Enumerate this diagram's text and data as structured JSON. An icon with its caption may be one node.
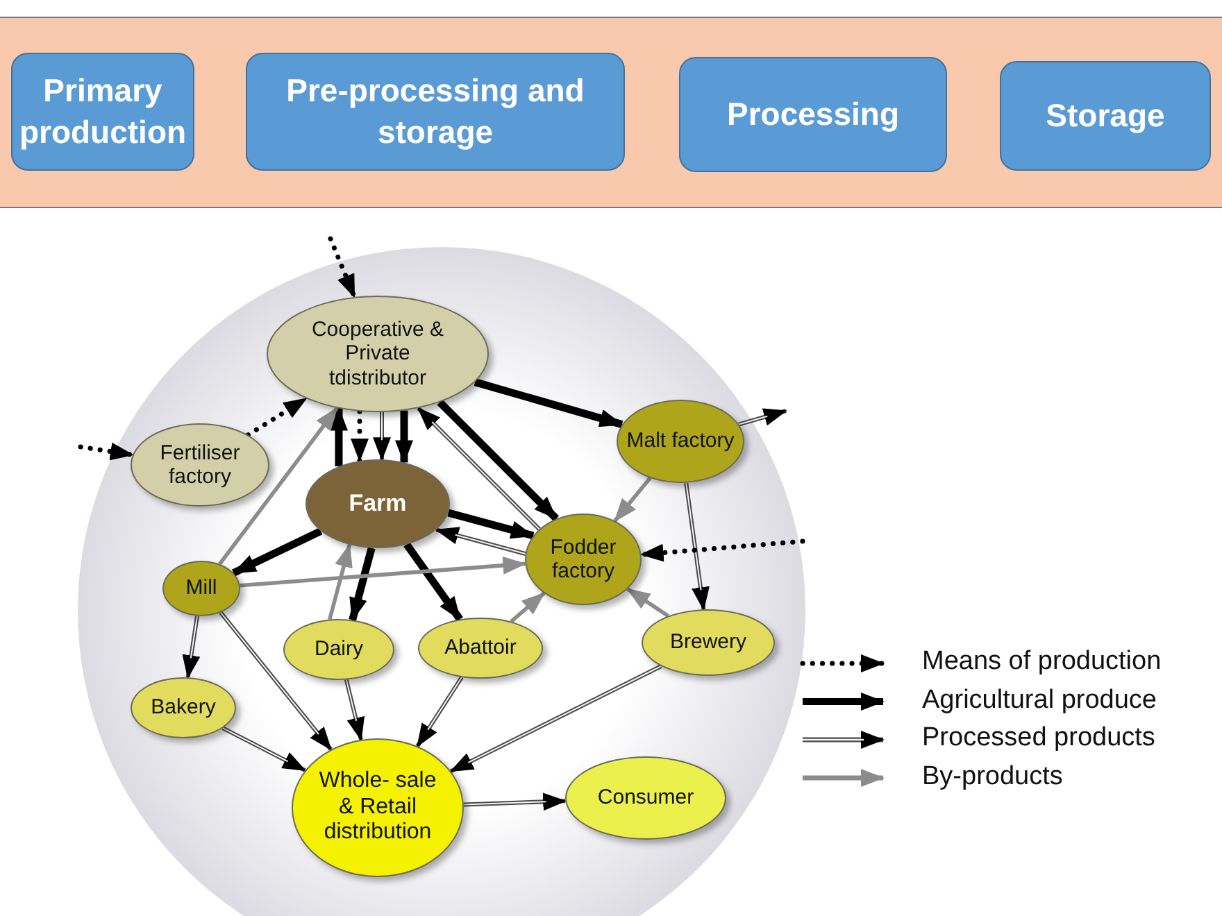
{
  "diagram": {
    "nodes": [
      {
        "text": [],
        "shape": "band"
      },
      {
        "text": [
          "Primary production"
        ],
        "in": 0
      },
      {
        "text": [
          "Pre-processing and storage"
        ],
        "in": 0
      },
      {
        "text": [
          "Processing"
        ],
        "in": 0
      },
      {
        "text": [
          "Storage"
        ],
        "in": 0
      },
      {
        "text": [
          "Cooperative & Private tdistributor"
        ]
      },
      {
        "text": [
          "Fertiliser factory"
        ]
      },
      {
        "text": [
          "Farm"
        ]
      },
      {
        "text": [
          "Malt factory"
        ]
      },
      {
        "text": [
          "Mill"
        ]
      },
      {
        "text": [
          "Fodder factory"
        ]
      },
      {
        "text": [
          "Dairy"
        ]
      },
      {
        "text": [
          "Abattoir"
        ]
      },
      {
        "text": [
          "Brewery"
        ]
      },
      {
        "text": [
          "Bakery"
        ]
      },
      {
        "text": [
          "Whole- sale & Retail distribution"
        ]
      },
      {
        "text": [
          "Consumer"
        ]
      }
    ],
    "edges": [
      {
        "from": null,
        "to": 5,
        "arrow": "to",
        "style": "dashed"
      },
      {
        "from": null,
        "to": 6,
        "arrow": "to",
        "style": "dashed"
      },
      {
        "from": 6,
        "to": 5,
        "arrow": "to",
        "style": "dashed"
      },
      {
        "from": 7,
        "to": 5,
        "arrow": "to",
        "style": "thick"
      },
      {
        "from": 5,
        "to": 7,
        "arrow": "to",
        "style": "dashed"
      },
      {
        "from": 5,
        "to": 7,
        "arrow": "to"
      },
      {
        "from": 5,
        "to": 7,
        "arrow": "to",
        "style": "thick"
      },
      {
        "from": 9,
        "to": 5,
        "arrow": "to",
        "color": "#8c8c8c"
      },
      {
        "from": 5,
        "to": 8,
        "arrow": "to",
        "style": "thick"
      },
      {
        "from": 5,
        "to": 10,
        "arrow": "to",
        "style": "thick"
      },
      {
        "from": 10,
        "to": 5,
        "arrow": "to"
      },
      {
        "from": 8,
        "to": null,
        "arrow": "to"
      },
      {
        "from": 8,
        "to": 10,
        "arrow": "to",
        "color": "#8c8c8c"
      },
      {
        "from": 8,
        "to": 13,
        "arrow": "to"
      },
      {
        "from": null,
        "to": 10,
        "arrow": "to",
        "style": "dashed"
      },
      {
        "from": 7,
        "to": 10,
        "arrow": "to",
        "style": "thick"
      },
      {
        "from": 10,
        "to": 7,
        "arrow": "to"
      },
      {
        "from": 7,
        "to": 9,
        "arrow": "to",
        "style": "thick"
      },
      {
        "from": 7,
        "to": 11,
        "arrow": "to",
        "style": "thick"
      },
      {
        "from": 11,
        "to": 7,
        "arrow": "to",
        "color": "#8c8c8c"
      },
      {
        "from": 7,
        "to": 12,
        "arrow": "to",
        "style": "thick"
      },
      {
        "from": 9,
        "to": 10,
        "arrow": "to",
        "color": "#8c8c8c"
      },
      {
        "from": 12,
        "to": 10,
        "arrow": "to",
        "color": "#8c8c8c"
      },
      {
        "from": 13,
        "to": 10,
        "arrow": "to",
        "color": "#8c8c8c"
      },
      {
        "from": 9,
        "to": 14,
        "arrow": "to"
      },
      {
        "from": 9,
        "to": 15,
        "arrow": "to"
      },
      {
        "from": 11,
        "to": 15,
        "arrow": "to"
      },
      {
        "from": 12,
        "to": 15,
        "arrow": "to"
      },
      {
        "from": 13,
        "to": 15,
        "arrow": "to"
      },
      {
        "from": 14,
        "to": 15,
        "arrow": "to"
      },
      {
        "from": 15,
        "to": 16,
        "arrow": "to"
      }
    ],
    "legend": [
      {
        "text": "Means of production"
      },
      {
        "text": "Agricultural produce"
      },
      {
        "text": "Processed products"
      },
      {
        "text": "By-products"
      }
    ]
  }
}
